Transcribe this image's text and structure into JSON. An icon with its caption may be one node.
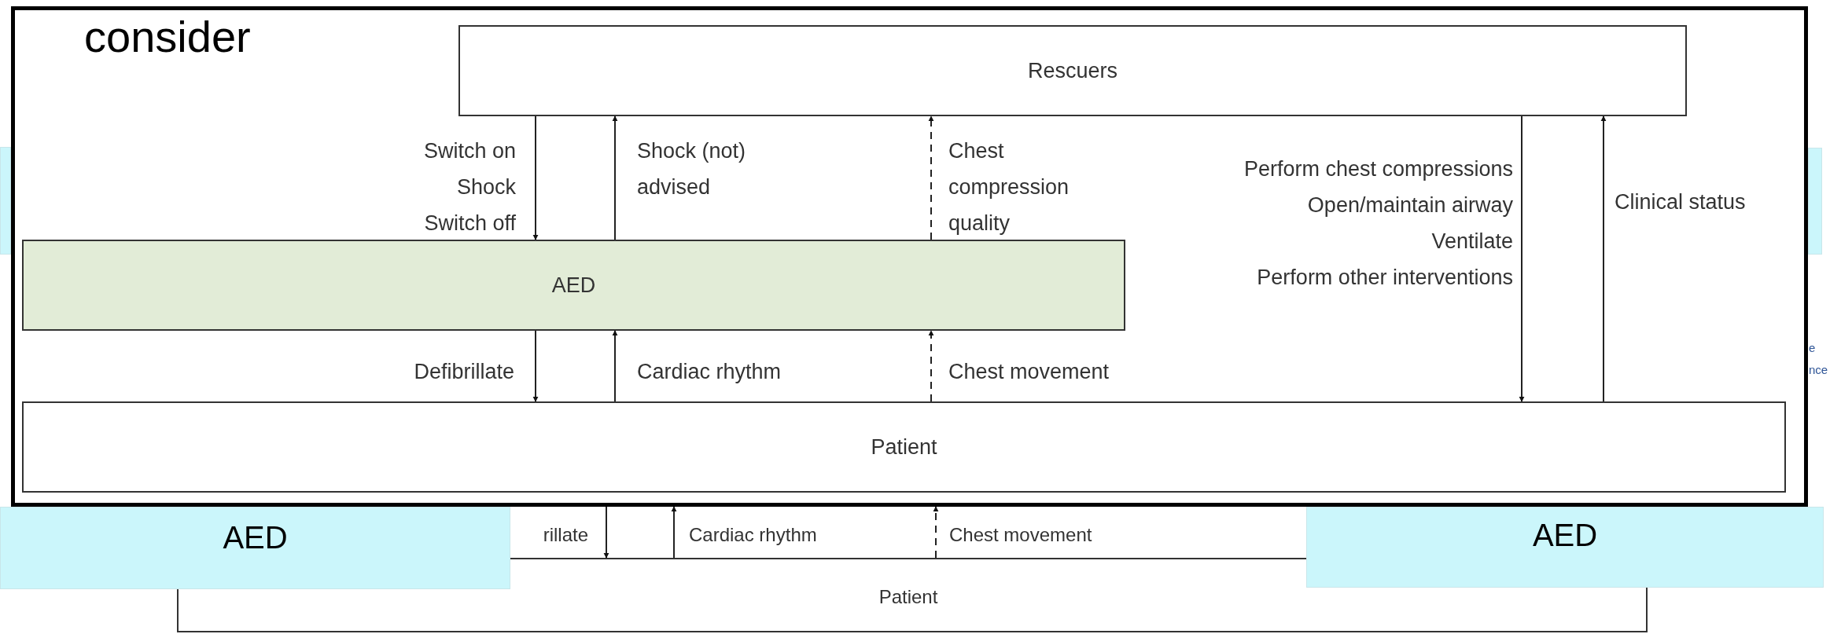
{
  "diagram": {
    "nodes": [
      {
        "text": [
          "consider"
        ]
      },
      {
        "text": [
          "Rescuers"
        ],
        "in": 0
      },
      {
        "text": [
          "AED"
        ],
        "in": 0
      },
      {
        "text": [
          "Patient"
        ],
        "in": 0
      },
      {
        "text": [],
        "shape": "box"
      },
      {
        "text": [],
        "shape": "box"
      },
      {
        "text": [
          "AED"
        ]
      },
      {
        "text": [
          "AED"
        ]
      },
      {
        "text": [
          "Patient"
        ]
      }
    ],
    "edges": [
      {
        "from": 1,
        "to": 2,
        "arrow": "to",
        "label": "Switch on Shock Switch off"
      },
      {
        "from": 2,
        "to": 1,
        "arrow": "to",
        "label": "Shock (not) advised"
      },
      {
        "from": 2,
        "to": 1,
        "arrow": "to",
        "label": "Chest compression quality",
        "style": "dashed"
      },
      {
        "from": 1,
        "to": 3,
        "arrow": "to",
        "label": "Perform chest compressions Open/maintain airway Ventilate Perform other interventions"
      },
      {
        "from": 3,
        "to": 1,
        "arrow": "to",
        "label": "Clinical status"
      },
      {
        "from": 2,
        "to": 3,
        "arrow": "to",
        "label": "Defibrillate"
      },
      {
        "from": 3,
        "to": 2,
        "arrow": "to",
        "label": "Cardiac rhythm"
      },
      {
        "from": 3,
        "to": 2,
        "arrow": "to",
        "label": "Chest movement",
        "style": "dashed"
      },
      {
        "from": 0,
        "to": 8,
        "arrow": "to",
        "label": "rillate"
      },
      {
        "from": 8,
        "to": 0,
        "arrow": "to",
        "label": "Cardiac rhythm"
      },
      {
        "from": 8,
        "to": 0,
        "arrow": "to",
        "label": "Chest movement",
        "style": "dashed"
      }
    ],
    "labels": [
      "e",
      "nce"
    ]
  }
}
